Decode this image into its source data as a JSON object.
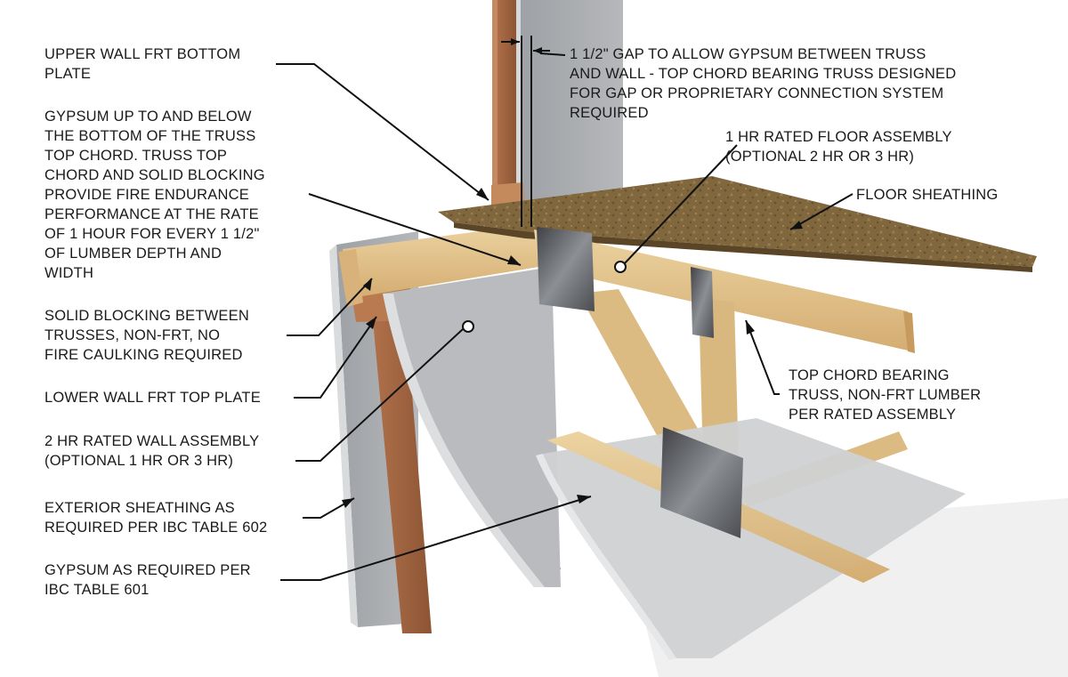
{
  "labels": {
    "upper_wall_plate": [
      "UPPER WALL FRT BOTTOM",
      "PLATE"
    ],
    "gypsum_truss": [
      "GYPSUM UP TO AND BELOW",
      "THE BOTTOM OF THE TRUSS",
      "TOP CHORD. TRUSS TOP",
      "CHORD AND SOLID BLOCKING",
      "PROVIDE FIRE ENDURANCE",
      "PERFORMANCE AT THE RATE",
      "OF 1 HOUR FOR EVERY 1 1/2\"",
      "OF LUMBER DEPTH AND",
      "WIDTH"
    ],
    "solid_blocking": [
      "SOLID BLOCKING BETWEEN",
      "TRUSSES, NON-FRT, NO",
      "FIRE CAULKING REQUIRED"
    ],
    "lower_wall_plate": [
      "LOWER WALL FRT TOP PLATE"
    ],
    "wall_assembly": [
      "2 HR RATED WALL ASSEMBLY",
      "(OPTIONAL 1 HR OR 3 HR)"
    ],
    "exterior_sheathing": [
      "EXTERIOR SHEATHING AS",
      "REQUIRED PER IBC TABLE 602"
    ],
    "gypsum_ibc": [
      "GYPSUM AS REQUIRED PER",
      "IBC TABLE 601"
    ],
    "gap": [
      "1 1/2\" GAP TO ALLOW GYPSUM BETWEEN TRUSS",
      "AND WALL - TOP CHORD BEARING TRUSS DESIGNED",
      "FOR GAP OR PROPRIETARY CONNECTION SYSTEM",
      "REQUIRED"
    ],
    "floor_assembly": [
      "1 HR RATED FLOOR ASSEMBLY",
      "(OPTIONAL 2 HR OR 3 HR)"
    ],
    "floor_sheathing": [
      "FLOOR SHEATHING"
    ],
    "top_chord_truss": [
      "TOP CHORD BEARING",
      "TRUSS, NON-FRT LUMBER",
      "PER RATED ASSEMBLY"
    ]
  },
  "colors": {
    "wood_light": "#e3c38c",
    "wood_dark": "#a0643f",
    "gypsum": "#a9acb0",
    "gypsum_light": "#cfd1d3",
    "osb": "#7a6139",
    "metal": "#5c5e62",
    "leader": "#111111"
  }
}
